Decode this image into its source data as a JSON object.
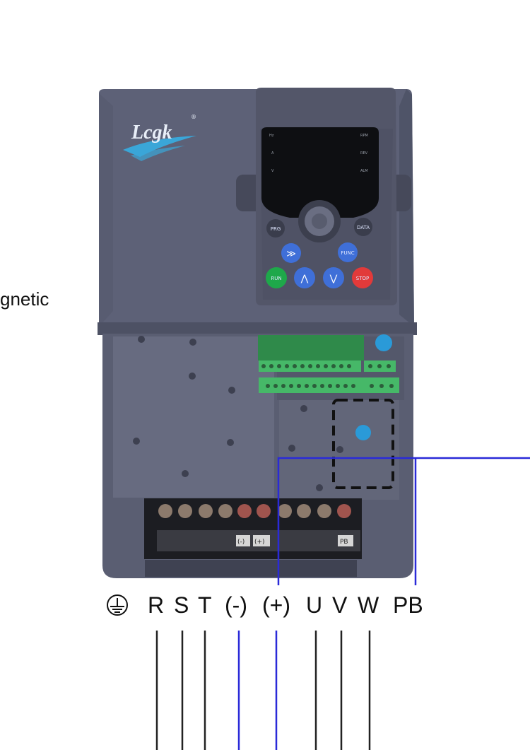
{
  "side_text": "gnetic",
  "brand": {
    "logo_text": "Lcgk",
    "registered_mark": "®",
    "logo_color": "#3aa6d8"
  },
  "keypad": {
    "keys": {
      "prg": "PRG",
      "data": "DATA",
      "shift": "≫",
      "func": "FUNC",
      "run": "RUN",
      "up": "⋀",
      "down": "⋁",
      "stop": "STOP"
    },
    "lcd_indicators": [
      "Hz",
      "A",
      "V",
      "RPM",
      "REV",
      "ALM"
    ]
  },
  "terminal_strip_labels": [
    "(-)",
    "(+)",
    "PB"
  ],
  "terminals": [
    "R",
    "S",
    "T",
    "(-)",
    "(+)",
    "U",
    "V",
    "W",
    "PB"
  ],
  "ground_symbol": "ground-icon",
  "colors": {
    "drive_body": "#5d6177",
    "keypad_body": "#535669",
    "key_blue": "#3f6fd8",
    "key_run": "#1ea84a",
    "key_stop": "#e23a3a",
    "wire_blue": "#2a2ad8",
    "wire_black": "#222222",
    "pcb_green": "#2f8a4a"
  }
}
